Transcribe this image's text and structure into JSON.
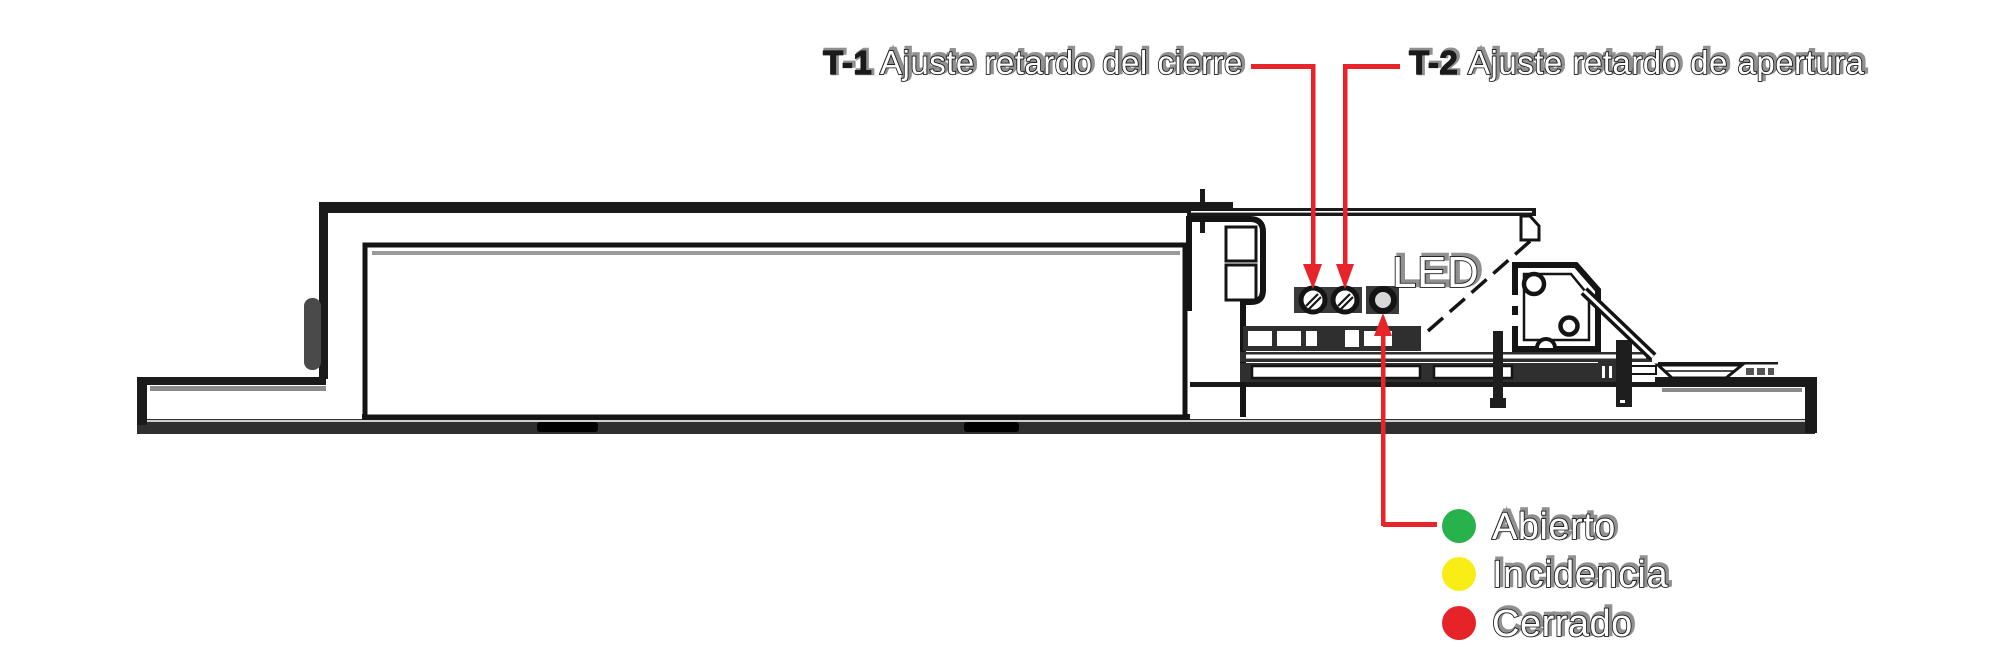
{
  "callouts": {
    "t1": {
      "id": "T-1",
      "text": "Ajuste retardo del cierre"
    },
    "t2": {
      "id": "T-2",
      "text": "Ajuste retardo de apertura"
    }
  },
  "led_label": "LED",
  "legend": {
    "items": [
      {
        "label": "Abierto",
        "color": "#28b24b"
      },
      {
        "label": "Incidencia",
        "color": "#f8ee15"
      },
      {
        "label": "Cerrado",
        "color": "#e52329"
      }
    ]
  },
  "colors": {
    "leader_red": "#e8242b",
    "line_ink": "#1a1a1a"
  }
}
